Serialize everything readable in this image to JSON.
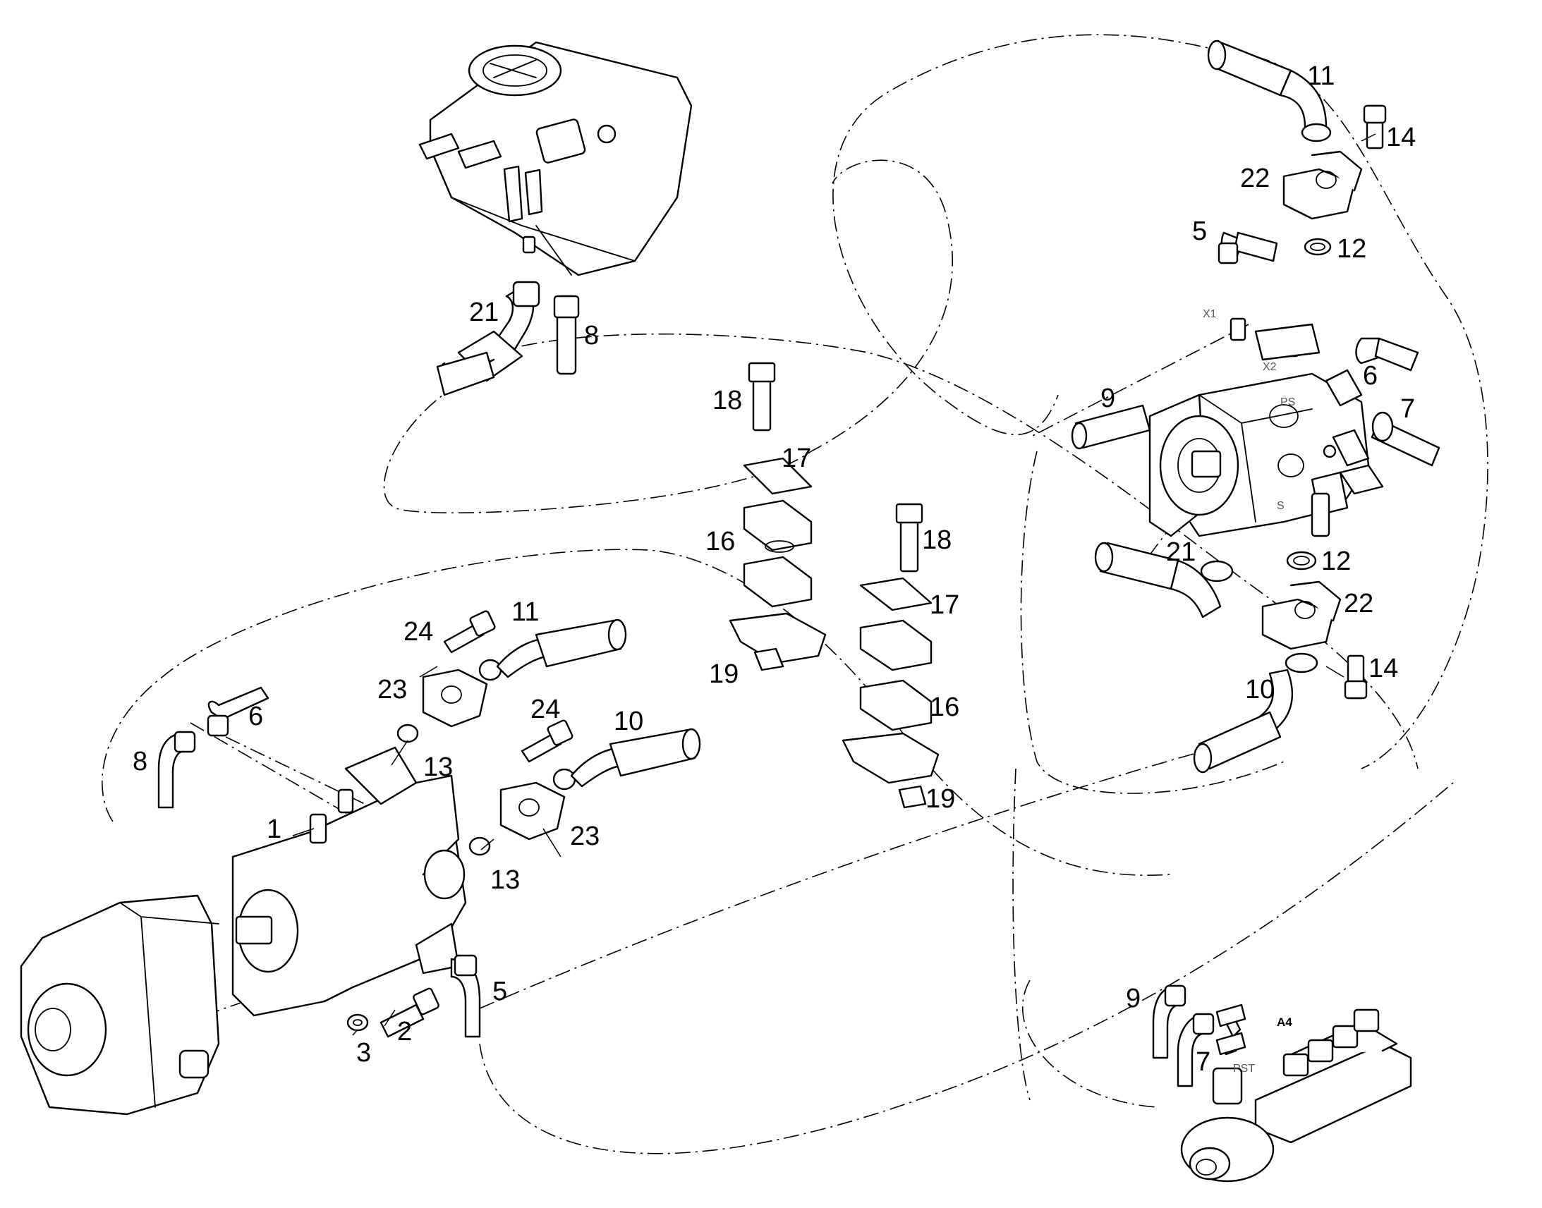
{
  "callouts": [
    {
      "id": "c1",
      "text": "1"
    },
    {
      "id": "c2",
      "text": "2"
    },
    {
      "id": "c3",
      "text": "3"
    },
    {
      "id": "c5a",
      "text": "5"
    },
    {
      "id": "c5b",
      "text": "5"
    },
    {
      "id": "c6a",
      "text": "6"
    },
    {
      "id": "c6b",
      "text": "6"
    },
    {
      "id": "c7a",
      "text": "7"
    },
    {
      "id": "c7b",
      "text": "7"
    },
    {
      "id": "c8a",
      "text": "8"
    },
    {
      "id": "c8b",
      "text": "8"
    },
    {
      "id": "c9a",
      "text": "9"
    },
    {
      "id": "c9b",
      "text": "9"
    },
    {
      "id": "c10a",
      "text": "10"
    },
    {
      "id": "c10b",
      "text": "10"
    },
    {
      "id": "c11a",
      "text": "11"
    },
    {
      "id": "c11b",
      "text": "11"
    },
    {
      "id": "c12a",
      "text": "12"
    },
    {
      "id": "c12b",
      "text": "12"
    },
    {
      "id": "c13a",
      "text": "13"
    },
    {
      "id": "c13b",
      "text": "13"
    },
    {
      "id": "c14a",
      "text": "14"
    },
    {
      "id": "c14b",
      "text": "14"
    },
    {
      "id": "c16a",
      "text": "16"
    },
    {
      "id": "c16b",
      "text": "16"
    },
    {
      "id": "c17a",
      "text": "17"
    },
    {
      "id": "c17b",
      "text": "17"
    },
    {
      "id": "c18a",
      "text": "18"
    },
    {
      "id": "c18b",
      "text": "18"
    },
    {
      "id": "c19a",
      "text": "19"
    },
    {
      "id": "c19b",
      "text": "19"
    },
    {
      "id": "c21a",
      "text": "21"
    },
    {
      "id": "c21b",
      "text": "21"
    },
    {
      "id": "c22a",
      "text": "22"
    },
    {
      "id": "c22b",
      "text": "22"
    },
    {
      "id": "c23a",
      "text": "23"
    },
    {
      "id": "c23b",
      "text": "23"
    },
    {
      "id": "c24a",
      "text": "24"
    },
    {
      "id": "c24b",
      "text": "24"
    }
  ],
  "port_labels": {
    "x1": "X1",
    "x2": "X2",
    "ps": "PS",
    "s": "S",
    "a4": "A4",
    "pst": "PST"
  }
}
